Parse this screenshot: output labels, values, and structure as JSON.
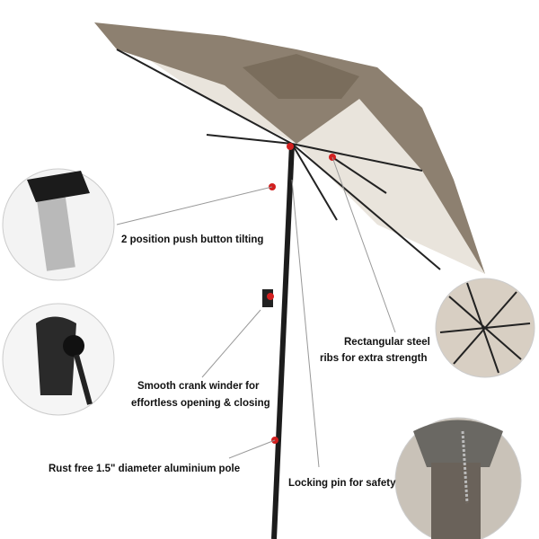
{
  "callouts": {
    "tilt": "2 position push button tilting",
    "crank_line1": "Smooth crank winder for",
    "crank_line2": "effortless opening & closing",
    "pole": "Rust free 1.5\" diameter aluminium pole",
    "ribs_line1": "Rectangular steel",
    "ribs_line2": "ribs for extra strength",
    "pin": "Locking pin for safety"
  },
  "colors": {
    "canopy_top": "#8a7c6a",
    "canopy_under": "#e9e4dc",
    "pole": "#1c1c1c",
    "accent": "#d21f1f"
  }
}
